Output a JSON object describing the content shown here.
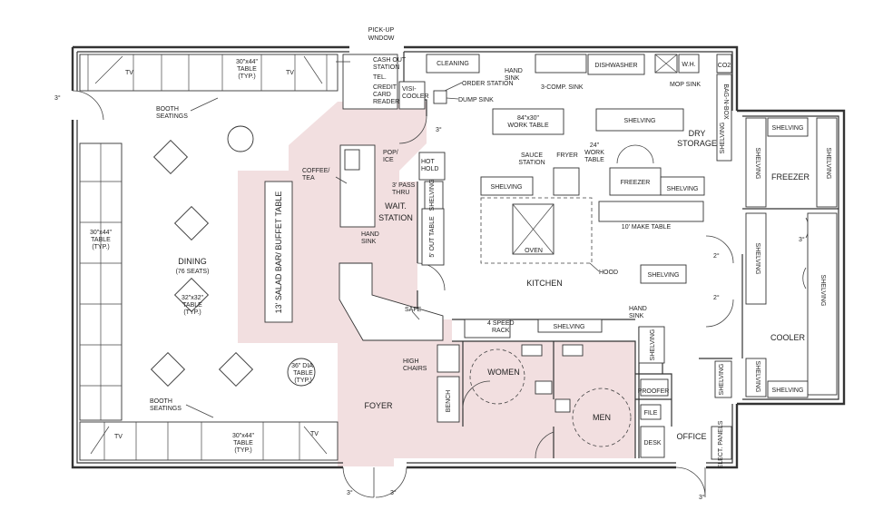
{
  "plan": {
    "pickup_window": [
      "PICK-UP",
      "WNDOW"
    ],
    "dining": {
      "title": "DINING",
      "seats": "(76 SEATS)",
      "booth_seatings": "BOOTH SEATINGS",
      "booth": [
        "BOOTH",
        "SEATINGS"
      ],
      "tv": "TV",
      "table_30x44": [
        "30\"x44\"",
        "TABLE",
        "(TYP.)"
      ],
      "table_32x32": [
        "32\"x32\"",
        "TABLE",
        "(TYP.)"
      ],
      "table_36dia": [
        "36\" DIA.",
        "TABLE",
        "(TYP.)"
      ],
      "salad_bar": "13' SALAD BAR/ BUFFET TABLE"
    },
    "door_3o": "3°",
    "door_2o": "2°",
    "front": {
      "cash_out_station": [
        "CASH OUT",
        "STATION"
      ],
      "tel": "TEL.",
      "credit_card_reader": [
        "CREDIT",
        "CARD",
        "READER"
      ],
      "visi_cooler": [
        "VISI-",
        "COOLER"
      ],
      "order_station": "ORDER STATION",
      "dump_sink": "DUMP SINK",
      "pop_ice": [
        "POP/",
        "ICE"
      ],
      "coffee_tea": [
        "COFFEE/",
        "TEA"
      ],
      "hot_hold": [
        "HOT",
        "HOLD"
      ],
      "pass_thru": [
        "3' PASS",
        "THRU"
      ],
      "shelving": "SHELVING",
      "wait_station": [
        "WAIT.",
        "STATION"
      ],
      "hand_sink": [
        "HAND",
        "SINK"
      ],
      "out_table": "5' OUT TABLE",
      "safe": "SAFE",
      "high_chairs": [
        "HIGH",
        "CHAIRS"
      ],
      "bench": "BENCH",
      "foyer": "FOYER"
    },
    "kitchen": {
      "title": "KITCHEN",
      "cleaning": "CLEANING",
      "hand_sink": [
        "HAND",
        "SINK"
      ],
      "three_comp_sink": "3-COMP. SINK",
      "dishwasher": "DISHWASHER",
      "wh": "W.H.",
      "mop_sink": "MOP SINK",
      "co2": "CO2",
      "bag_n_box": "BAG-N-BOX",
      "work_table": [
        "84\"x30\"",
        "WORK TABLE"
      ],
      "shelving": "SHELVING",
      "dry_storage": [
        "DRY",
        "STORAGE"
      ],
      "sauce_station": [
        "SAUCE",
        "STATION"
      ],
      "fryer": "FRYER",
      "work_table_24": [
        "24\"",
        "WORK",
        "TABLE"
      ],
      "freezer_small": "FREEZER",
      "make_table": "10' MAKE TABLE",
      "oven": "OVEN",
      "hood": "HOOD",
      "speed_rack": [
        "4 SPEED",
        "RACK"
      ],
      "hand_sink2": [
        "HAND",
        "SINK"
      ]
    },
    "walkins": {
      "freezer": "FREEZER",
      "cooler": "COOLER",
      "shelving": "SHELVING"
    },
    "rooms": {
      "women": "WOMEN",
      "men": "MEN",
      "office": "OFFICE",
      "proofer": "PROOFER",
      "file": "FILE",
      "desk": "DESK",
      "elect_panels": "ELECT. PANELS",
      "shelving": "SHELVING"
    },
    "colors": {
      "wall": "#333333",
      "highlight": "#f2dfe0",
      "background": "#ffffff"
    }
  }
}
